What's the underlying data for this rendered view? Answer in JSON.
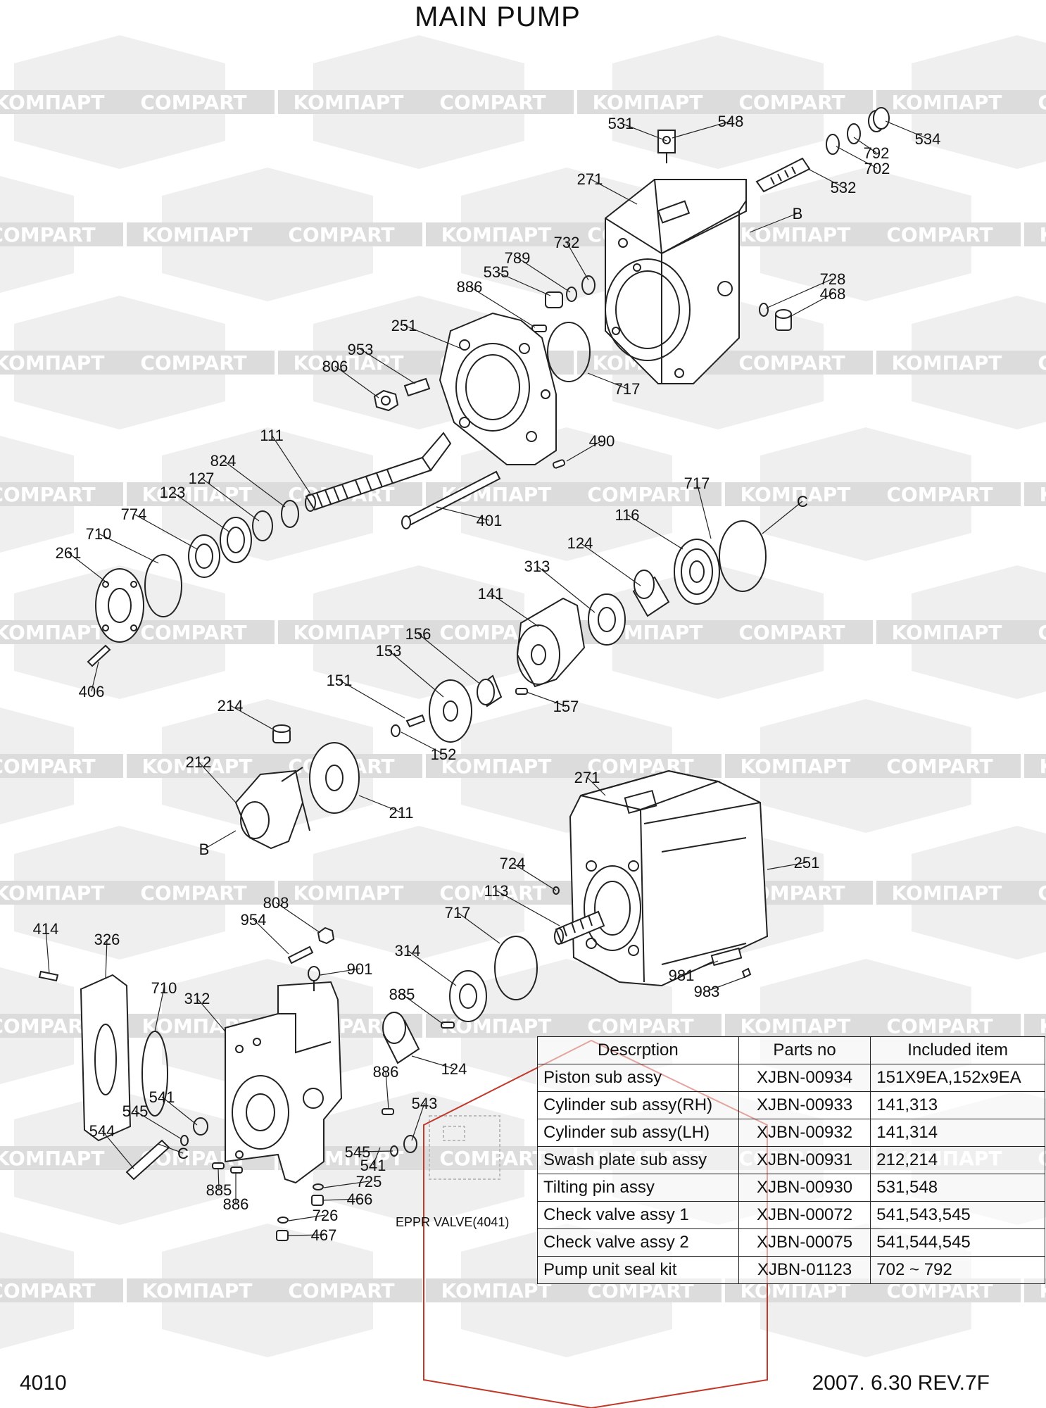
{
  "title": "MAIN PUMP",
  "footer": {
    "page_code": "4010",
    "revision": "2007. 6.30  REV.7F"
  },
  "watermark": {
    "text_a": "KOMПАРТ",
    "text_b": "COMPART",
    "color": "#c9c9c9"
  },
  "callouts": [
    "531",
    "548",
    "534",
    "792",
    "702",
    "532",
    "271",
    "B",
    "732",
    "789",
    "535",
    "886",
    "728",
    "468",
    "251",
    "953",
    "806",
    "717",
    "111",
    "490",
    "824",
    "127",
    "123",
    "774",
    "710",
    "261",
    "401",
    "717",
    "C",
    "116",
    "124",
    "313",
    "141",
    "156",
    "153",
    "151",
    "157",
    "152",
    "406",
    "214",
    "212",
    "211",
    "B",
    "271",
    "251",
    "724",
    "113",
    "717",
    "808",
    "954",
    "901",
    "414",
    "326",
    "710",
    "312",
    "314",
    "885",
    "124",
    "886",
    "543",
    "541",
    "545",
    "544",
    "C",
    "545",
    "541",
    "725",
    "466",
    "885",
    "886",
    "726",
    "467",
    "981",
    "983"
  ],
  "eppr_label": "EPPR VALVE(4041)",
  "parts_table": {
    "headers": [
      "Descrption",
      "Parts no",
      "Included item"
    ],
    "rows": [
      [
        "Piston sub assy",
        "XJBN-00934",
        "151X9EA,152x9EA"
      ],
      [
        "Cylinder sub assy(RH)",
        "XJBN-00933",
        "141,313"
      ],
      [
        "Cylinder sub assy(LH)",
        "XJBN-00932",
        "141,314"
      ],
      [
        "Swash plate sub assy",
        "XJBN-00931",
        "212,214"
      ],
      [
        "Tilting pin assy",
        "XJBN-00930",
        "531,548"
      ],
      [
        "Check valve assy 1",
        "XJBN-00072",
        "541,543,545"
      ],
      [
        "Check valve assy 2",
        "XJBN-00075",
        "541,544,545"
      ],
      [
        "Pump unit seal kit",
        "XJBN-01123",
        "702 ~ 792"
      ]
    ]
  },
  "colors": {
    "line": "#222222",
    "highlight": "#c0392b"
  }
}
